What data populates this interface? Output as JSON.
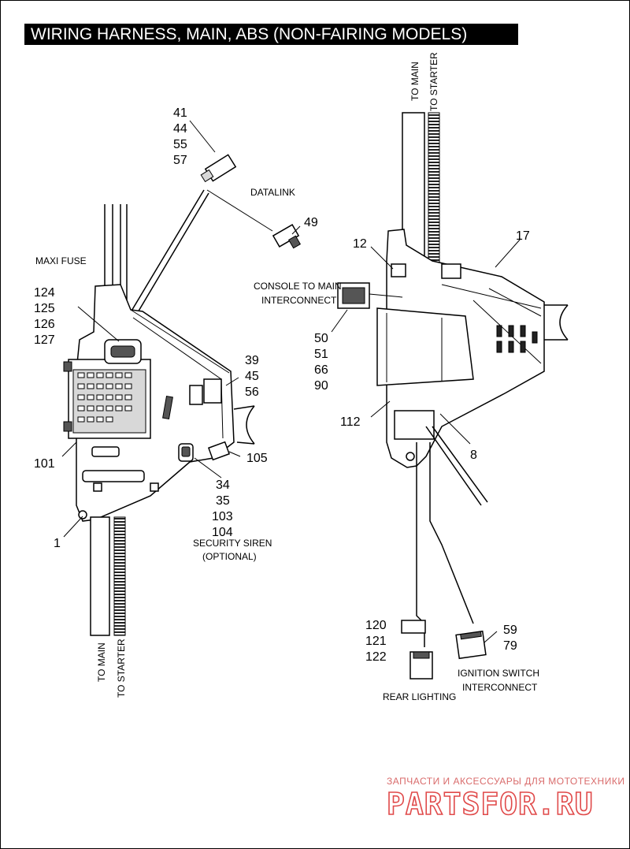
{
  "title": "WIRING HARNESS, MAIN, ABS (NON-FAIRING MODELS)",
  "callouts": {
    "c41_57": [
      "41",
      "44",
      "55",
      "57"
    ],
    "c49": "49",
    "c124_127": [
      "124",
      "125",
      "126",
      "127"
    ],
    "c39_56": [
      "39",
      "45",
      "56"
    ],
    "c101": "101",
    "c105": "105",
    "c34_104": [
      "34",
      "35",
      "103",
      "104"
    ],
    "c1": "1",
    "c12": "12",
    "c17": "17",
    "c50_90": [
      "50",
      "51",
      "66",
      "90"
    ],
    "c112": "112",
    "c8": "8",
    "c120_122": [
      "120",
      "121",
      "122"
    ],
    "c59_79": [
      "59",
      "79"
    ]
  },
  "labels": {
    "datalink": "DATALINK",
    "maxi_fuse": "MAXI FUSE",
    "security_siren": [
      "SECURITY SIREN",
      "(OPTIONAL)"
    ],
    "console_to_main": [
      "CONSOLE TO MAIN",
      "INTERCONNECT"
    ],
    "rear_lighting": "REAR LIGHTING",
    "ignition_switch": [
      "IGNITION SWITCH",
      "INTERCONNECT"
    ],
    "to_main_left": "TO MAIN",
    "to_starter_left": "TO STARTER",
    "to_main_right": "TO MAIN",
    "to_starter_right": "TO STARTER"
  },
  "watermark": {
    "small": "ЗАПЧАСТИ И АКСЕССУАРЫ ДЛЯ МОТОТЕХНИКИ",
    "big": "PARTSFOR.RU"
  }
}
